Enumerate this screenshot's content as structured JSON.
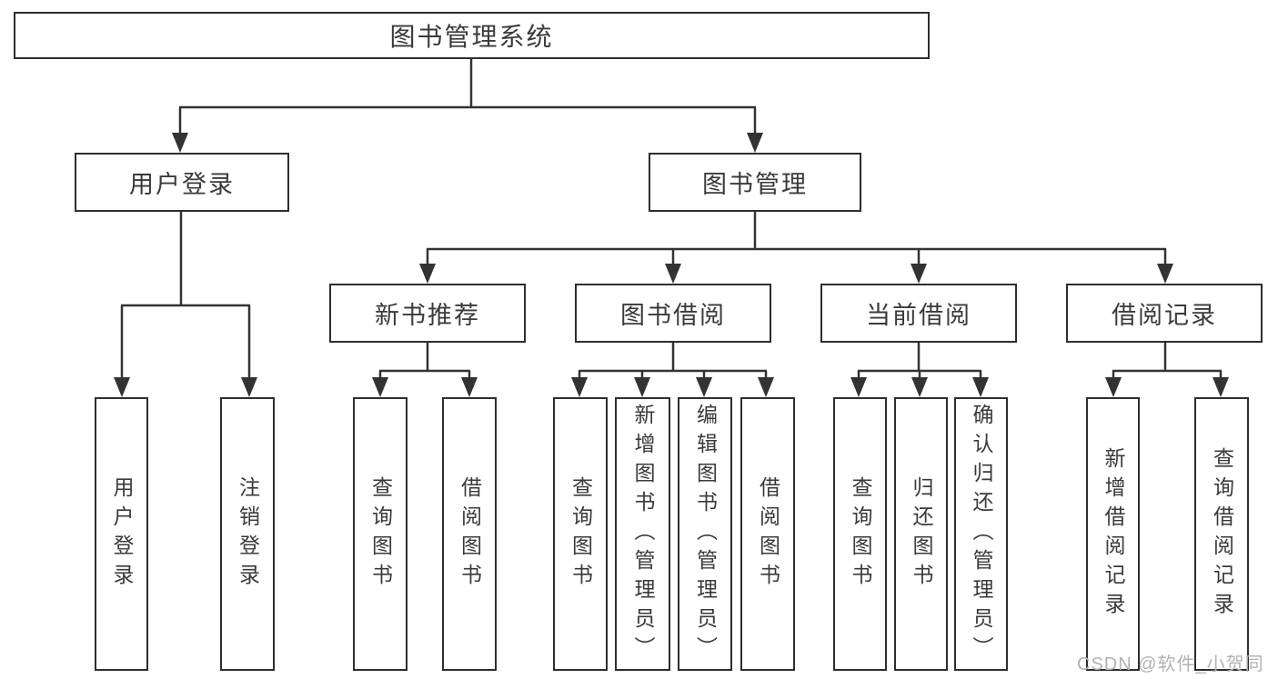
{
  "diagram": {
    "title": "图书管理系统",
    "level2": [
      "用户登录",
      "图书管理"
    ],
    "level3": [
      "新书推荐",
      "图书借阅",
      "当前借阅",
      "借阅记录"
    ],
    "leaves": {
      "user_login": [
        "用户登录",
        "注销登录"
      ],
      "new_book_recommend": [
        "查询图书",
        "借阅图书"
      ],
      "book_borrow": [
        "查询图书",
        "新增图书（管理员）",
        "编辑图书（管理员）",
        "借阅图书"
      ],
      "current_borrow": [
        "查询图书",
        "归还图书",
        "确认归还（管理员）"
      ],
      "borrow_records": [
        "新增借阅记录",
        "查询借阅记录"
      ]
    },
    "watermark": "CSDN @软件_小贺同学",
    "colors": {
      "line": "#333333",
      "text": "#3a3a3a",
      "box_border": "#2e2e2e",
      "background": "#ffffff",
      "watermark": "#b2b2b2"
    }
  }
}
